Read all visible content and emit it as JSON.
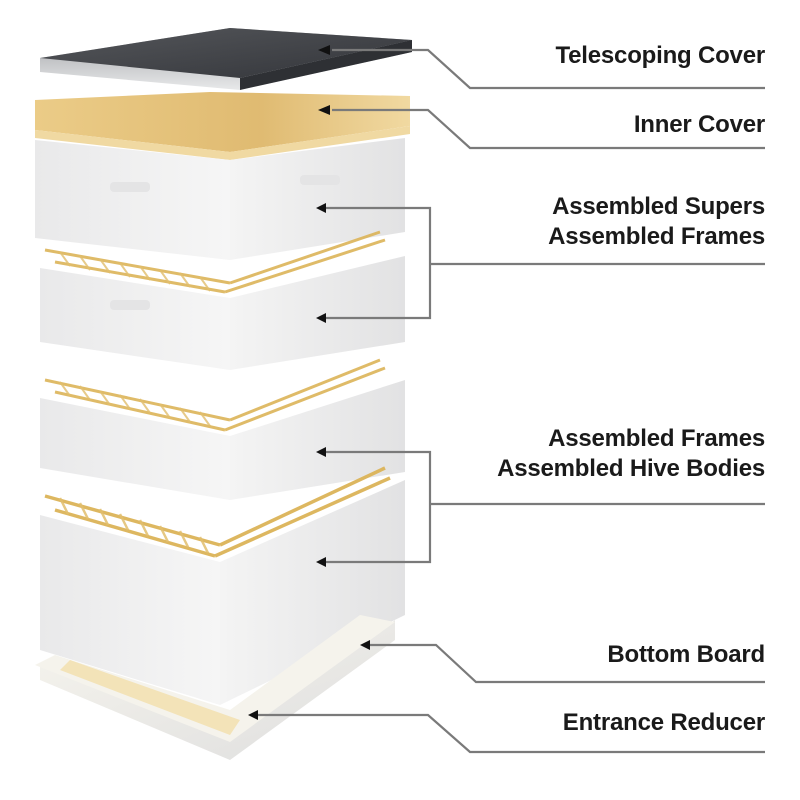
{
  "diagram": {
    "subject": "Beehive components (exploded view)",
    "colors": {
      "background": "#ffffff",
      "label_text": "#1a1a1a",
      "leader_line": "#7a7a7a",
      "telescoping_cover_top": "#4a4c50",
      "inner_cover_wood": "#e3bf72",
      "box_white": "#f2f2f2",
      "frame_wood": "#e8c36a"
    },
    "labels": [
      {
        "id": "telescoping-cover",
        "lines": [
          "Telescoping Cover"
        ]
      },
      {
        "id": "inner-cover",
        "lines": [
          "Inner Cover"
        ]
      },
      {
        "id": "supers",
        "lines": [
          "Assembled Supers",
          "Assembled Frames"
        ]
      },
      {
        "id": "hive-bodies",
        "lines": [
          "Assembled Frames",
          "Assembled Hive Bodies"
        ]
      },
      {
        "id": "bottom-board",
        "lines": [
          "Bottom Board"
        ]
      },
      {
        "id": "entrance-reducer",
        "lines": [
          "Entrance Reducer"
        ]
      }
    ]
  }
}
